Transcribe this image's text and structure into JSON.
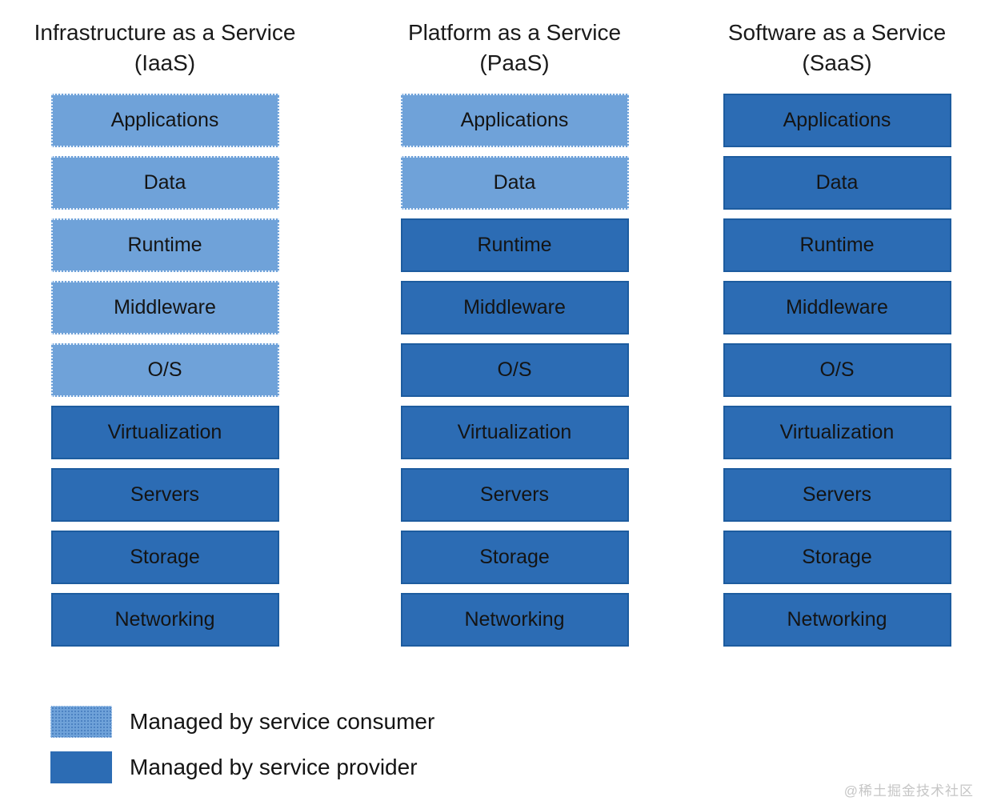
{
  "columns": [
    {
      "id": "iaas",
      "title": "Infrastructure as a Service",
      "subtitle": "(IaaS)",
      "layers": [
        {
          "label": "Applications",
          "managed_by": "consumer"
        },
        {
          "label": "Data",
          "managed_by": "consumer"
        },
        {
          "label": "Runtime",
          "managed_by": "consumer"
        },
        {
          "label": "Middleware",
          "managed_by": "consumer"
        },
        {
          "label": "O/S",
          "managed_by": "consumer"
        },
        {
          "label": "Virtualization",
          "managed_by": "provider"
        },
        {
          "label": "Servers",
          "managed_by": "provider"
        },
        {
          "label": "Storage",
          "managed_by": "provider"
        },
        {
          "label": "Networking",
          "managed_by": "provider"
        }
      ]
    },
    {
      "id": "paas",
      "title": "Platform as a Service",
      "subtitle": "(PaaS)",
      "layers": [
        {
          "label": "Applications",
          "managed_by": "consumer"
        },
        {
          "label": "Data",
          "managed_by": "consumer"
        },
        {
          "label": "Runtime",
          "managed_by": "provider"
        },
        {
          "label": "Middleware",
          "managed_by": "provider"
        },
        {
          "label": "O/S",
          "managed_by": "provider"
        },
        {
          "label": "Virtualization",
          "managed_by": "provider"
        },
        {
          "label": "Servers",
          "managed_by": "provider"
        },
        {
          "label": "Storage",
          "managed_by": "provider"
        },
        {
          "label": "Networking",
          "managed_by": "provider"
        }
      ]
    },
    {
      "id": "saas",
      "title": "Software as a Service",
      "subtitle": "(SaaS)",
      "layers": [
        {
          "label": "Applications",
          "managed_by": "provider"
        },
        {
          "label": "Data",
          "managed_by": "provider"
        },
        {
          "label": "Runtime",
          "managed_by": "provider"
        },
        {
          "label": "Middleware",
          "managed_by": "provider"
        },
        {
          "label": "O/S",
          "managed_by": "provider"
        },
        {
          "label": "Virtualization",
          "managed_by": "provider"
        },
        {
          "label": "Servers",
          "managed_by": "provider"
        },
        {
          "label": "Storage",
          "managed_by": "provider"
        },
        {
          "label": "Networking",
          "managed_by": "provider"
        }
      ]
    }
  ],
  "legend": {
    "items": [
      {
        "label": "Managed by service consumer",
        "type": "consumer"
      },
      {
        "label": "Managed by service provider",
        "type": "provider"
      }
    ]
  },
  "colors": {
    "consumer": "#6fa2d9",
    "provider": "#2c6cb4"
  },
  "watermark": "@稀土掘金技术社区"
}
